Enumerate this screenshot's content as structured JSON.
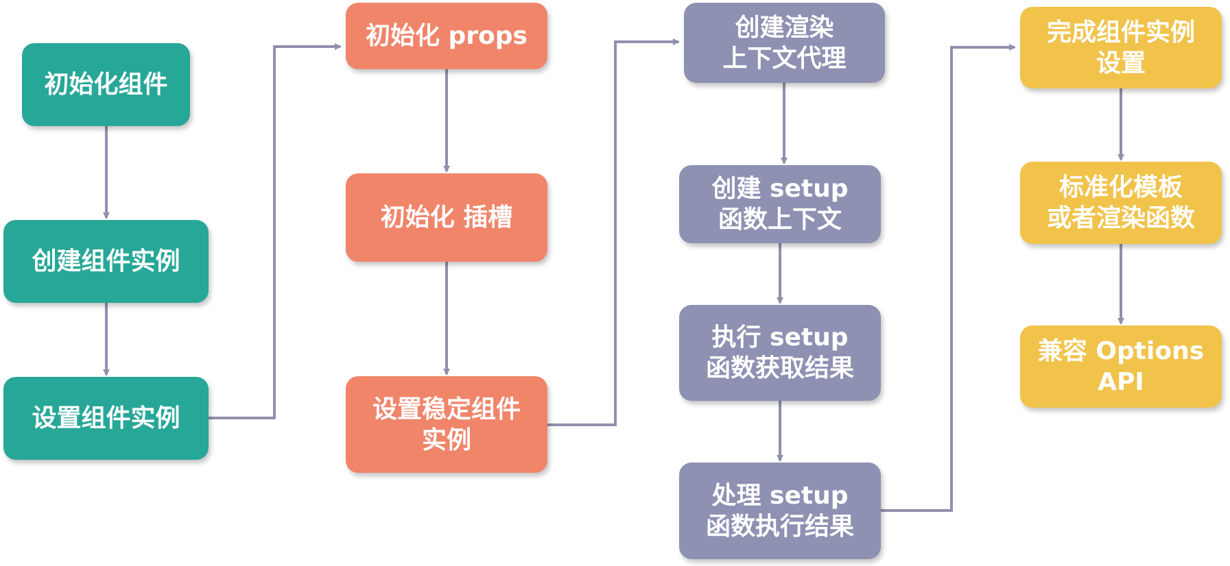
{
  "diagram": {
    "colors": {
      "teal": "#27a798",
      "coral": "#f0856a",
      "slate": "#8e91b2",
      "amber": "#f1c34b",
      "connector": "#8f90ad",
      "text": "#ffffff"
    },
    "nodes": {
      "init_component": "初始化组件",
      "create_instance": "创建组件实例",
      "setup_instance": "设置组件实例",
      "init_props": "初始化 props",
      "init_slots": "初始化 插槽",
      "stable_instance": "设置稳定组件\n实例",
      "render_proxy": "创建渲染\n上下文代理",
      "setup_context": "创建 setup\n函数上下文",
      "exec_setup": "执行 setup\n函数获取结果",
      "handle_result": "处理 setup\n函数执行结果",
      "finish_setup": "完成组件实例\n设置",
      "normalize": "标准化模板\n或者渲染函数",
      "options_api": "兼容 Options\nAPI"
    }
  }
}
